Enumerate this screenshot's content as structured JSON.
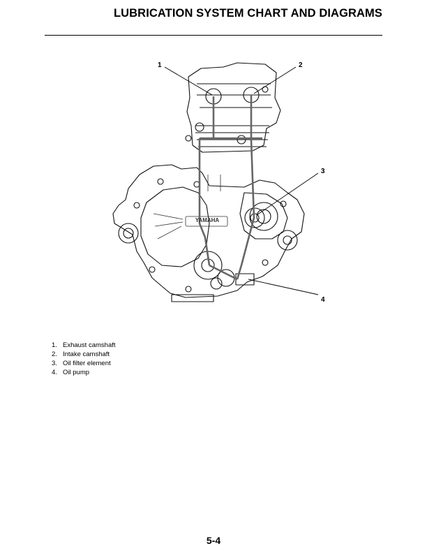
{
  "header": {
    "title": "LUBRICATION SYSTEM CHART AND DIAGRAMS"
  },
  "diagram": {
    "callouts": [
      "1",
      "2",
      "3",
      "4"
    ],
    "brand_mark": "YAMAHA"
  },
  "legend": {
    "items": [
      {
        "num": "1.",
        "label": "Exhaust camshaft"
      },
      {
        "num": "2.",
        "label": "Intake camshaft"
      },
      {
        "num": "3.",
        "label": "Oil filter element"
      },
      {
        "num": "4.",
        "label": "Oil pump"
      }
    ]
  },
  "footer": {
    "page_number": "5-4"
  }
}
